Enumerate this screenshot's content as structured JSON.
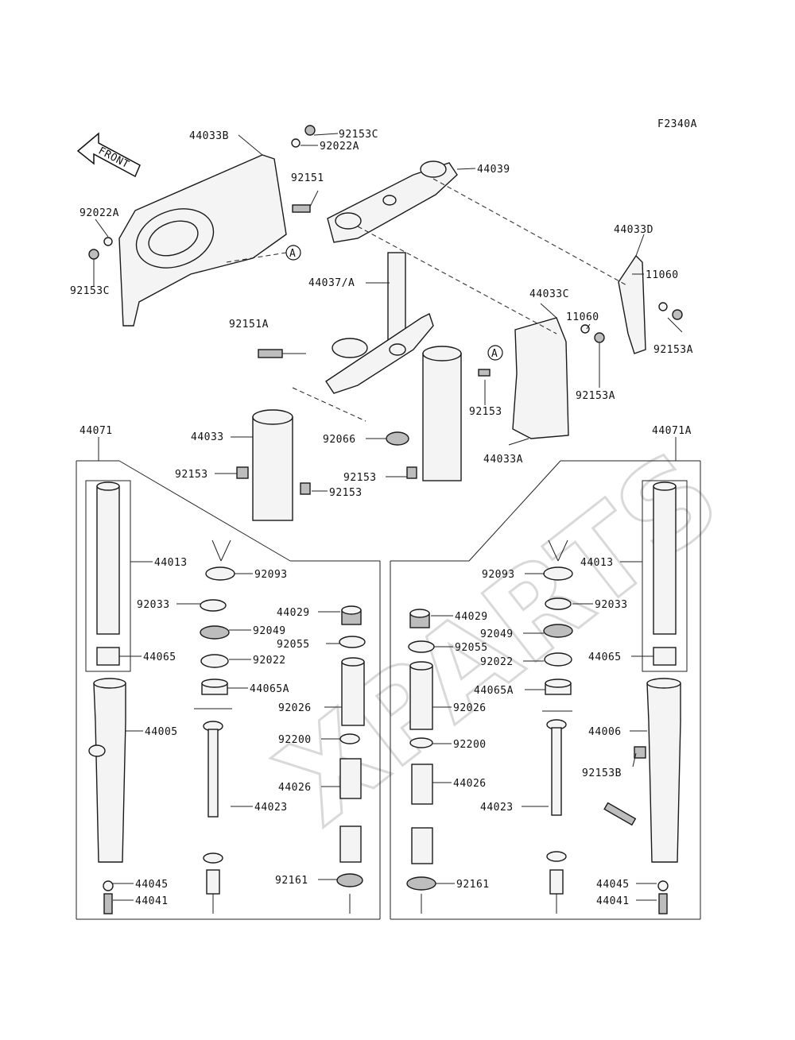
{
  "figure_id": "F2340A",
  "front_label": "FRONT",
  "watermark": "XPARTS",
  "callout_a": "A",
  "parts": {
    "p44033B": "44033B",
    "p92153C_top": "92153C",
    "p92022A_top": "92022A",
    "p44039": "44039",
    "p92151": "92151",
    "p92022A_left": "92022A",
    "p92153C_left": "92153C",
    "p44037A": "44037/A",
    "p44033D": "44033D",
    "p11060_right": "11060",
    "p44033C": "44033C",
    "p11060_mid": "11060",
    "p92153A_right": "92153A",
    "p92151A": "92151A",
    "p92153A_mid": "92153A",
    "p92153_mid": "92153",
    "p44033": "44033",
    "p92066": "92066",
    "p44033A": "44033A",
    "p92153_left": "92153",
    "p92153_center": "92153",
    "p92153_low": "92153",
    "p44071": "44071",
    "p44071A": "44071A",
    "L44013": "44013",
    "L92093": "92093",
    "L92033": "92033",
    "L44029": "44029",
    "L92049": "92049",
    "L92055": "92055",
    "L44065": "44065",
    "L92022": "92022",
    "L44065A": "44065A",
    "L92026": "92026",
    "L44005": "44005",
    "L92200": "92200",
    "L44026": "44026",
    "L44023": "44023",
    "L92161": "92161",
    "L44045": "44045",
    "L44041": "44041",
    "R92093": "92093",
    "R44013": "44013",
    "R92033": "92033",
    "R44029": "44029",
    "R92049": "92049",
    "R92055": "92055",
    "R44065": "44065",
    "R92022": "92022",
    "R44065A": "44065A",
    "R92026": "92026",
    "R44006": "44006",
    "R92200": "92200",
    "R92153B": "92153B",
    "R44026": "44026",
    "R44023": "44023",
    "R92161": "92161",
    "R44045": "44045",
    "R44041": "44041"
  }
}
